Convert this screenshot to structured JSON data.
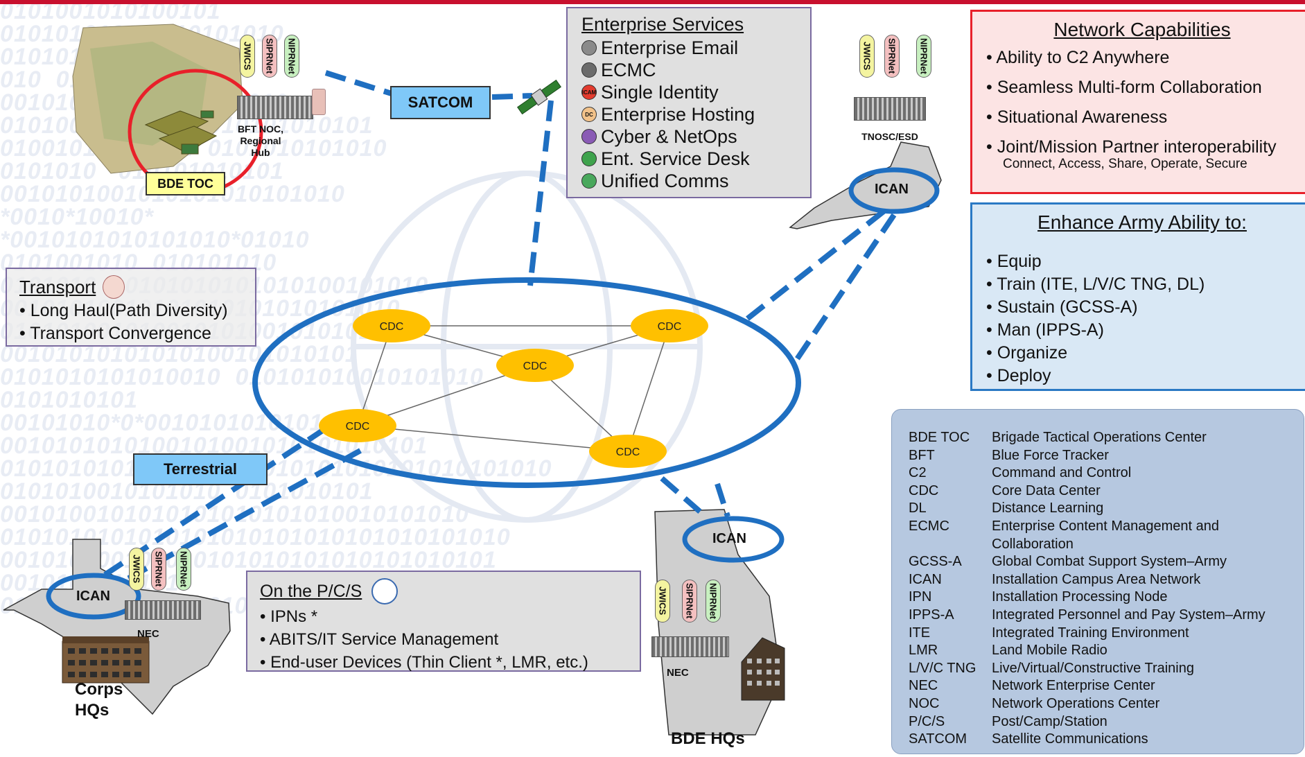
{
  "background_binary": [
    "0101001010100101",
    "01010101010   10101010",
    "0101010   10101010",
    "010  010101010101",
    "001010110101010101010",
    "0101001010  0101010101010101",
    "01001010100101  0101010101010",
    "0101010   010101010101",
    "0010101001010101010101010",
    "*0010*10010*",
    "*0010101010101010*01010",
    "0101001010  010101010",
    "0101010  10101010101010100101010",
    "00101010010101010101010101010",
    "010101001010010101001010101",
    "00101010101010100101010101",
    "0101010101010010  010101010010101010",
    "0101010101",
    "00101010*0*001010101010101010",
    "0010101010100101001010101010101",
    "0101010101010010101010101010101010101010",
    "0101010010101010  0101010101",
    "0010100101010101010101010010101010",
    "0101010101010101010101010101010101010",
    "001010100101010101010101010101010101",
    "0010101010101",
    "0101010101010010101010101010101"
  ],
  "enterprise_services": {
    "title": "Enterprise Services",
    "items": [
      {
        "label": "Enterprise Email",
        "icon": "email-icon",
        "color": "#8a8a8a",
        "abbr": ""
      },
      {
        "label": "ECMC",
        "icon": "ecmc-icon",
        "color": "#6b6b6b",
        "abbr": ""
      },
      {
        "label": "Single Identity",
        "icon": "icam-icon",
        "color": "#e33b2e",
        "abbr": "ICAM"
      },
      {
        "label": "Enterprise Hosting",
        "icon": "dc-icon",
        "color": "#f2c28a",
        "abbr": "DC"
      },
      {
        "label": "Cyber & NetOps",
        "icon": "briefcase-icon",
        "color": "#8a5bb5",
        "abbr": ""
      },
      {
        "label": "Ent. Service Desk",
        "icon": "service-desk-icon",
        "color": "#3fa34d",
        "abbr": ""
      },
      {
        "label": "Unified Comms",
        "icon": "monitor-icon",
        "color": "#49a85c",
        "abbr": ""
      }
    ]
  },
  "network_capabilities": {
    "title": "Network Capabilities",
    "items": [
      "• Ability to C2 Anywhere",
      "• Seamless Multi-form Collaboration",
      "• Situational Awareness",
      "• Joint/Mission Partner interoperability"
    ],
    "subline": "Connect, Access, Share, Operate, Secure"
  },
  "enhance_army": {
    "title": "Enhance Army Ability to:",
    "items": [
      "• Equip",
      "• Train (ITE, L/V/C TNG, DL)",
      "• Sustain (GCSS-A)",
      "• Man (IPPS-A)",
      "• Organize",
      "• Deploy"
    ]
  },
  "transport": {
    "title": "Transport",
    "items": [
      "• Long Haul(Path Diversity)",
      "• Transport Convergence"
    ]
  },
  "on_pcs": {
    "title": "On the P/C/S",
    "items": [
      "• IPNs *",
      "• ABITS/IT Service Management",
      "• End-user Devices (Thin Client *, LMR, etc.)"
    ]
  },
  "links": {
    "satcom": "SATCOM",
    "terrestrial": "Terrestrial"
  },
  "cdc_nodes": [
    "CDC",
    "CDC",
    "CDC",
    "CDC",
    "CDC"
  ],
  "network_tags": [
    "JWICS",
    "SIPRNet",
    "NIPRNet"
  ],
  "sites": {
    "bde_toc": "BDE TOC",
    "bft_noc": "BFT NOC, Regional Hub",
    "tnosc": "TNOSC/ESD",
    "ican_va": "ICAN",
    "ican_tx": "ICAN",
    "ican_ga": "ICAN",
    "nec_tx": "NEC",
    "nec_ga": "NEC",
    "corps_hqs": "Corps HQs",
    "bde_hqs": "BDE HQs"
  },
  "legend": [
    {
      "abbr": "BDE TOC",
      "def": "Brigade Tactical Operations Center"
    },
    {
      "abbr": "BFT",
      "def": "Blue Force Tracker"
    },
    {
      "abbr": "C2",
      "def": "Command and Control"
    },
    {
      "abbr": "CDC",
      "def": "Core Data Center"
    },
    {
      "abbr": "DL",
      "def": "Distance Learning"
    },
    {
      "abbr": "ECMC",
      "def": "Enterprise Content Management and Collaboration"
    },
    {
      "abbr": "GCSS-A",
      "def": "Global Combat Support System–Army"
    },
    {
      "abbr": "ICAN",
      "def": "Installation Campus Area Network"
    },
    {
      "abbr": "IPN",
      "def": "Installation Processing Node"
    },
    {
      "abbr": "IPPS-A",
      "def": "Integrated Personnel and Pay System–Army"
    },
    {
      "abbr": "ITE",
      "def": "Integrated Training Environment"
    },
    {
      "abbr": "LMR",
      "def": "Land Mobile Radio"
    },
    {
      "abbr": "L/V/C TNG",
      "def": "Live/Virtual/Constructive Training"
    },
    {
      "abbr": "NEC",
      "def": "Network Enterprise Center"
    },
    {
      "abbr": "NOC",
      "def": "Network Operations Center"
    },
    {
      "abbr": "P/C/S",
      "def": "Post/Camp/Station"
    },
    {
      "abbr": "SATCOM",
      "def": "Satellite Communications"
    }
  ],
  "colors": {
    "accent_red": "#e8202a",
    "link_blue": "#1f6fc1",
    "cdc_fill": "#ffc000",
    "label_fill": "#7fc8f8",
    "capabilities_bg": "#fce4e4",
    "enhance_bg": "#d9e8f5",
    "legend_bg": "#b6c8e0",
    "services_bg": "#e0e0e0"
  }
}
